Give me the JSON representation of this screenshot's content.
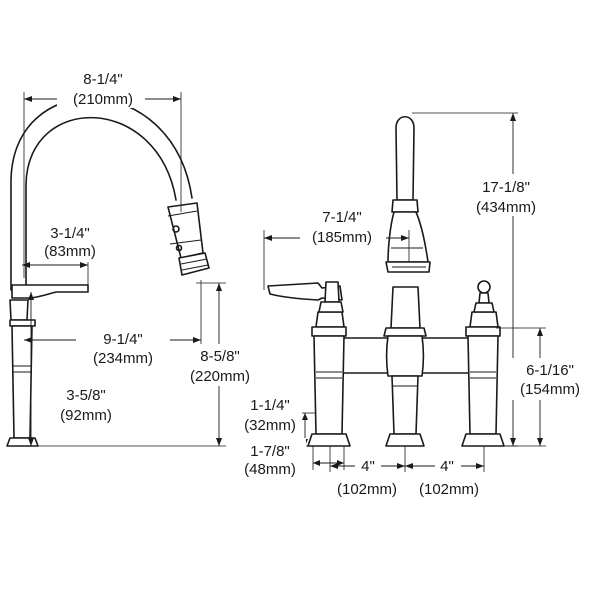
{
  "dimensions": {
    "spout_reach": {
      "imperial": "8-1/4\"",
      "metric": "(210mm)"
    },
    "handle_reach": {
      "imperial": "3-1/4\"",
      "metric": "(83mm)"
    },
    "spout_height_from_base": {
      "imperial": "9-1/4\"",
      "metric": "(234mm)"
    },
    "spray_head_clearance": {
      "imperial": "8-5/8\"",
      "metric": "(220mm)"
    },
    "handle_height": {
      "imperial": "3-5/8\"",
      "metric": "(92mm)"
    },
    "overall_height": {
      "imperial": "17-1/8\"",
      "metric": "(434mm)"
    },
    "handle_width": {
      "imperial": "7-1/4\"",
      "metric": "(185mm)"
    },
    "bridge_height": {
      "imperial": "6-1/16\"",
      "metric": "(154mm)"
    },
    "base_height": {
      "imperial": "1-1/4\"",
      "metric": "(32mm)"
    },
    "base_diameter": {
      "imperial": "1-7/8\"",
      "metric": "(48mm)"
    },
    "center_spacing_left": {
      "imperial": "4\"",
      "metric": "(102mm)"
    },
    "center_spacing_right": {
      "imperial": "4\"",
      "metric": "(102mm)"
    }
  }
}
